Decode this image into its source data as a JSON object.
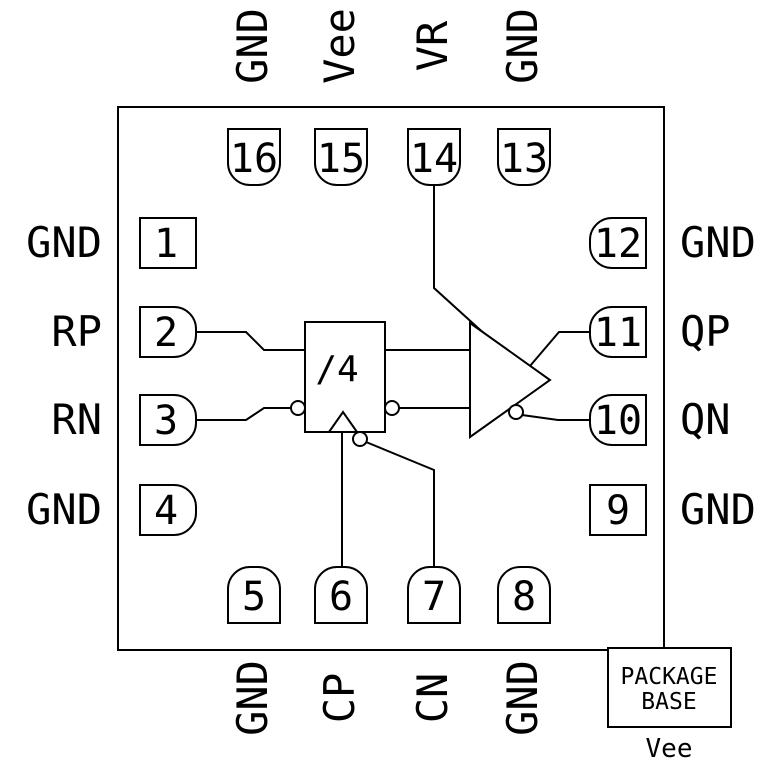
{
  "pins": {
    "top": [
      {
        "num": "16",
        "label": "GND"
      },
      {
        "num": "15",
        "label": "Vee"
      },
      {
        "num": "14",
        "label": "VR"
      },
      {
        "num": "13",
        "label": "GND"
      }
    ],
    "left": [
      {
        "num": "1",
        "label": "GND"
      },
      {
        "num": "2",
        "label": "RP"
      },
      {
        "num": "3",
        "label": "RN"
      },
      {
        "num": "4",
        "label": "GND"
      }
    ],
    "right": [
      {
        "num": "12",
        "label": "GND"
      },
      {
        "num": "11",
        "label": "QP"
      },
      {
        "num": "10",
        "label": "QN"
      },
      {
        "num": "9",
        "label": "GND"
      }
    ],
    "bottom": [
      {
        "num": "5",
        "label": "GND"
      },
      {
        "num": "6",
        "label": "CP"
      },
      {
        "num": "7",
        "label": "CN"
      },
      {
        "num": "8",
        "label": "GND"
      }
    ]
  },
  "block": {
    "label": "/4"
  },
  "package_base": {
    "line1": "PACKAGE",
    "line2": "BASE",
    "net": "Vee"
  },
  "colors": {
    "line": "#000000",
    "background": "#ffffff"
  }
}
